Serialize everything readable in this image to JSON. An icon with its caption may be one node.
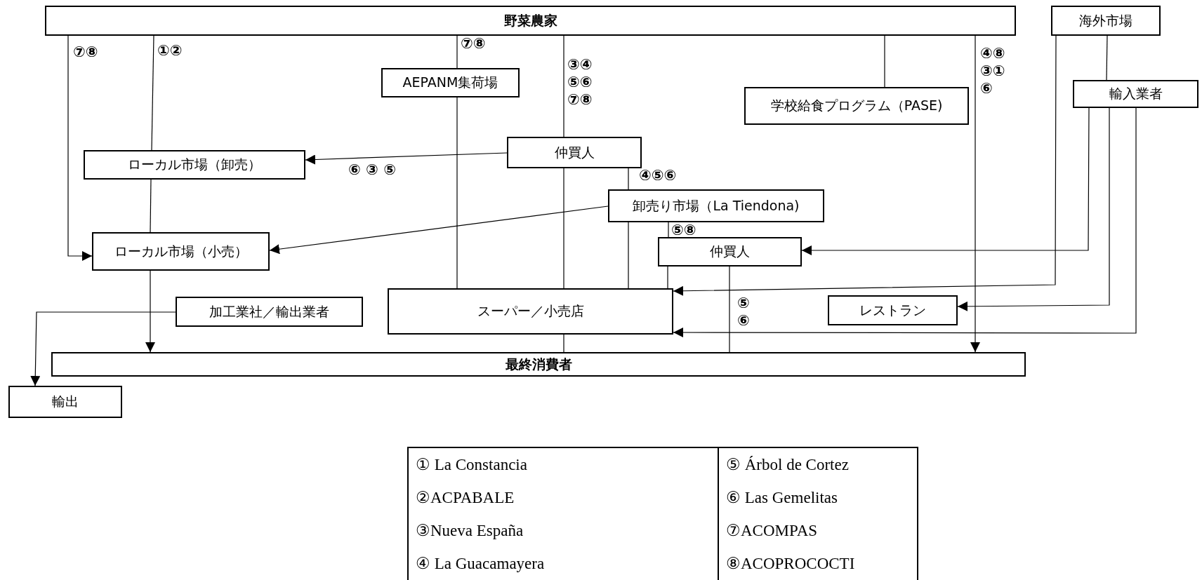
{
  "diagram": {
    "nodes": [
      {
        "text": [
          "野菜農家"
        ]
      },
      {
        "text": [
          "海外市場"
        ]
      },
      {
        "text": [
          "AEPANM集荷場"
        ]
      },
      {
        "text": [
          "学校給食プログラム（PASE)"
        ]
      },
      {
        "text": [
          "輸入業者"
        ]
      },
      {
        "text": [
          "仲買人"
        ]
      },
      {
        "text": [
          "ローカル市場（卸売）"
        ]
      },
      {
        "text": [
          "卸売り市場（La Tiendona)"
        ]
      },
      {
        "text": [
          "ローカル市場（小売）"
        ]
      },
      {
        "text": [
          "仲買人"
        ]
      },
      {
        "text": [
          "加工業社／輸出業者"
        ]
      },
      {
        "text": [
          "スーパー／小売店"
        ]
      },
      {
        "text": [
          "レストラン"
        ]
      },
      {
        "text": [
          "最終消費者"
        ]
      },
      {
        "text": [
          "輸出"
        ]
      }
    ],
    "edges": [
      {
        "from": 0,
        "to": 8,
        "arrow": "to",
        "label": "⑦⑧"
      },
      {
        "from": 0,
        "to": 6,
        "arrow": "none",
        "label": "①②"
      },
      {
        "from": 6,
        "to": 8,
        "arrow": "none"
      },
      {
        "from": 8,
        "to": 13,
        "arrow": "to"
      },
      {
        "from": 0,
        "to": 2,
        "arrow": "none",
        "label": "⑦⑧"
      },
      {
        "from": 2,
        "to": 11,
        "arrow": "none"
      },
      {
        "from": 0,
        "to": 5,
        "arrow": "none",
        "label": "③④⑤⑥⑦⑧"
      },
      {
        "from": 5,
        "to": 11,
        "arrow": "none"
      },
      {
        "from": 11,
        "to": 13,
        "arrow": "none"
      },
      {
        "from": 5,
        "to": 6,
        "arrow": "to",
        "label": "⑥ ③ ⑤"
      },
      {
        "from": 5,
        "to": 7,
        "arrow": "none",
        "label": "④⑤⑥"
      },
      {
        "from": 7,
        "to": 11,
        "arrow": "none"
      },
      {
        "from": 7,
        "to": 8,
        "arrow": "to"
      },
      {
        "from": 7,
        "to": 9,
        "arrow": "none",
        "label": "⑤⑧"
      },
      {
        "from": 9,
        "to": 11,
        "arrow": "none"
      },
      {
        "from": 9,
        "to": 13,
        "arrow": "none",
        "label": "⑤⑥"
      },
      {
        "from": 0,
        "to": 3,
        "arrow": "none"
      },
      {
        "from": 0,
        "to": 13,
        "arrow": "to",
        "label": "④⑧③①⑥"
      },
      {
        "from": 1,
        "to": 11,
        "arrow": "to"
      },
      {
        "from": 1,
        "to": 4,
        "arrow": "none"
      },
      {
        "from": 4,
        "to": 9,
        "arrow": "to"
      },
      {
        "from": 4,
        "to": 12,
        "arrow": "to"
      },
      {
        "from": 4,
        "to": 11,
        "arrow": "to"
      },
      {
        "from": 10,
        "to": 14,
        "arrow": "to"
      }
    ],
    "labels": [
      "① La Constancia",
      "⑤ Árbol de Cortez",
      "②ACPABALE",
      "⑥ Las Gemelitas",
      "③Nueva España",
      "⑦ACOMPAS",
      "④ La Guacamayera",
      "⑧ACOPROCOCTI"
    ]
  }
}
